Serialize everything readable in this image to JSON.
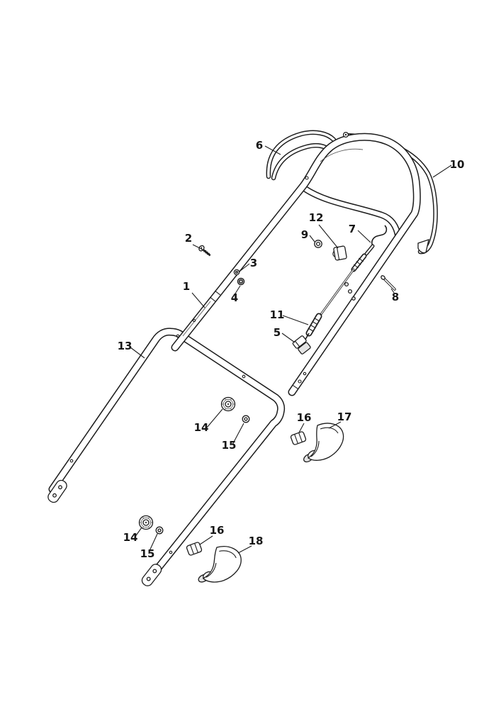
{
  "colors": {
    "line": "#1c1c1c",
    "shade": "#e4e4e4",
    "background": "#ffffff"
  },
  "diagram": {
    "kind": "exploded-parts-diagram",
    "callouts": [
      {
        "id": "c1",
        "label": "1"
      },
      {
        "id": "c2",
        "label": "2"
      },
      {
        "id": "c3",
        "label": "3"
      },
      {
        "id": "c4",
        "label": "4"
      },
      {
        "id": "c5",
        "label": "5"
      },
      {
        "id": "c6",
        "label": "6"
      },
      {
        "id": "c7",
        "label": "7"
      },
      {
        "id": "c8",
        "label": "8"
      },
      {
        "id": "c9",
        "label": "9"
      },
      {
        "id": "c10",
        "label": "10"
      },
      {
        "id": "c11",
        "label": "11"
      },
      {
        "id": "c12",
        "label": "12"
      },
      {
        "id": "c13",
        "label": "13"
      },
      {
        "id": "c14a",
        "label": "14"
      },
      {
        "id": "c15a",
        "label": "15"
      },
      {
        "id": "c16a",
        "label": "16"
      },
      {
        "id": "c17",
        "label": "17"
      },
      {
        "id": "c14b",
        "label": "14"
      },
      {
        "id": "c15b",
        "label": "15"
      },
      {
        "id": "c16b",
        "label": "16"
      },
      {
        "id": "c18",
        "label": "18"
      }
    ]
  }
}
